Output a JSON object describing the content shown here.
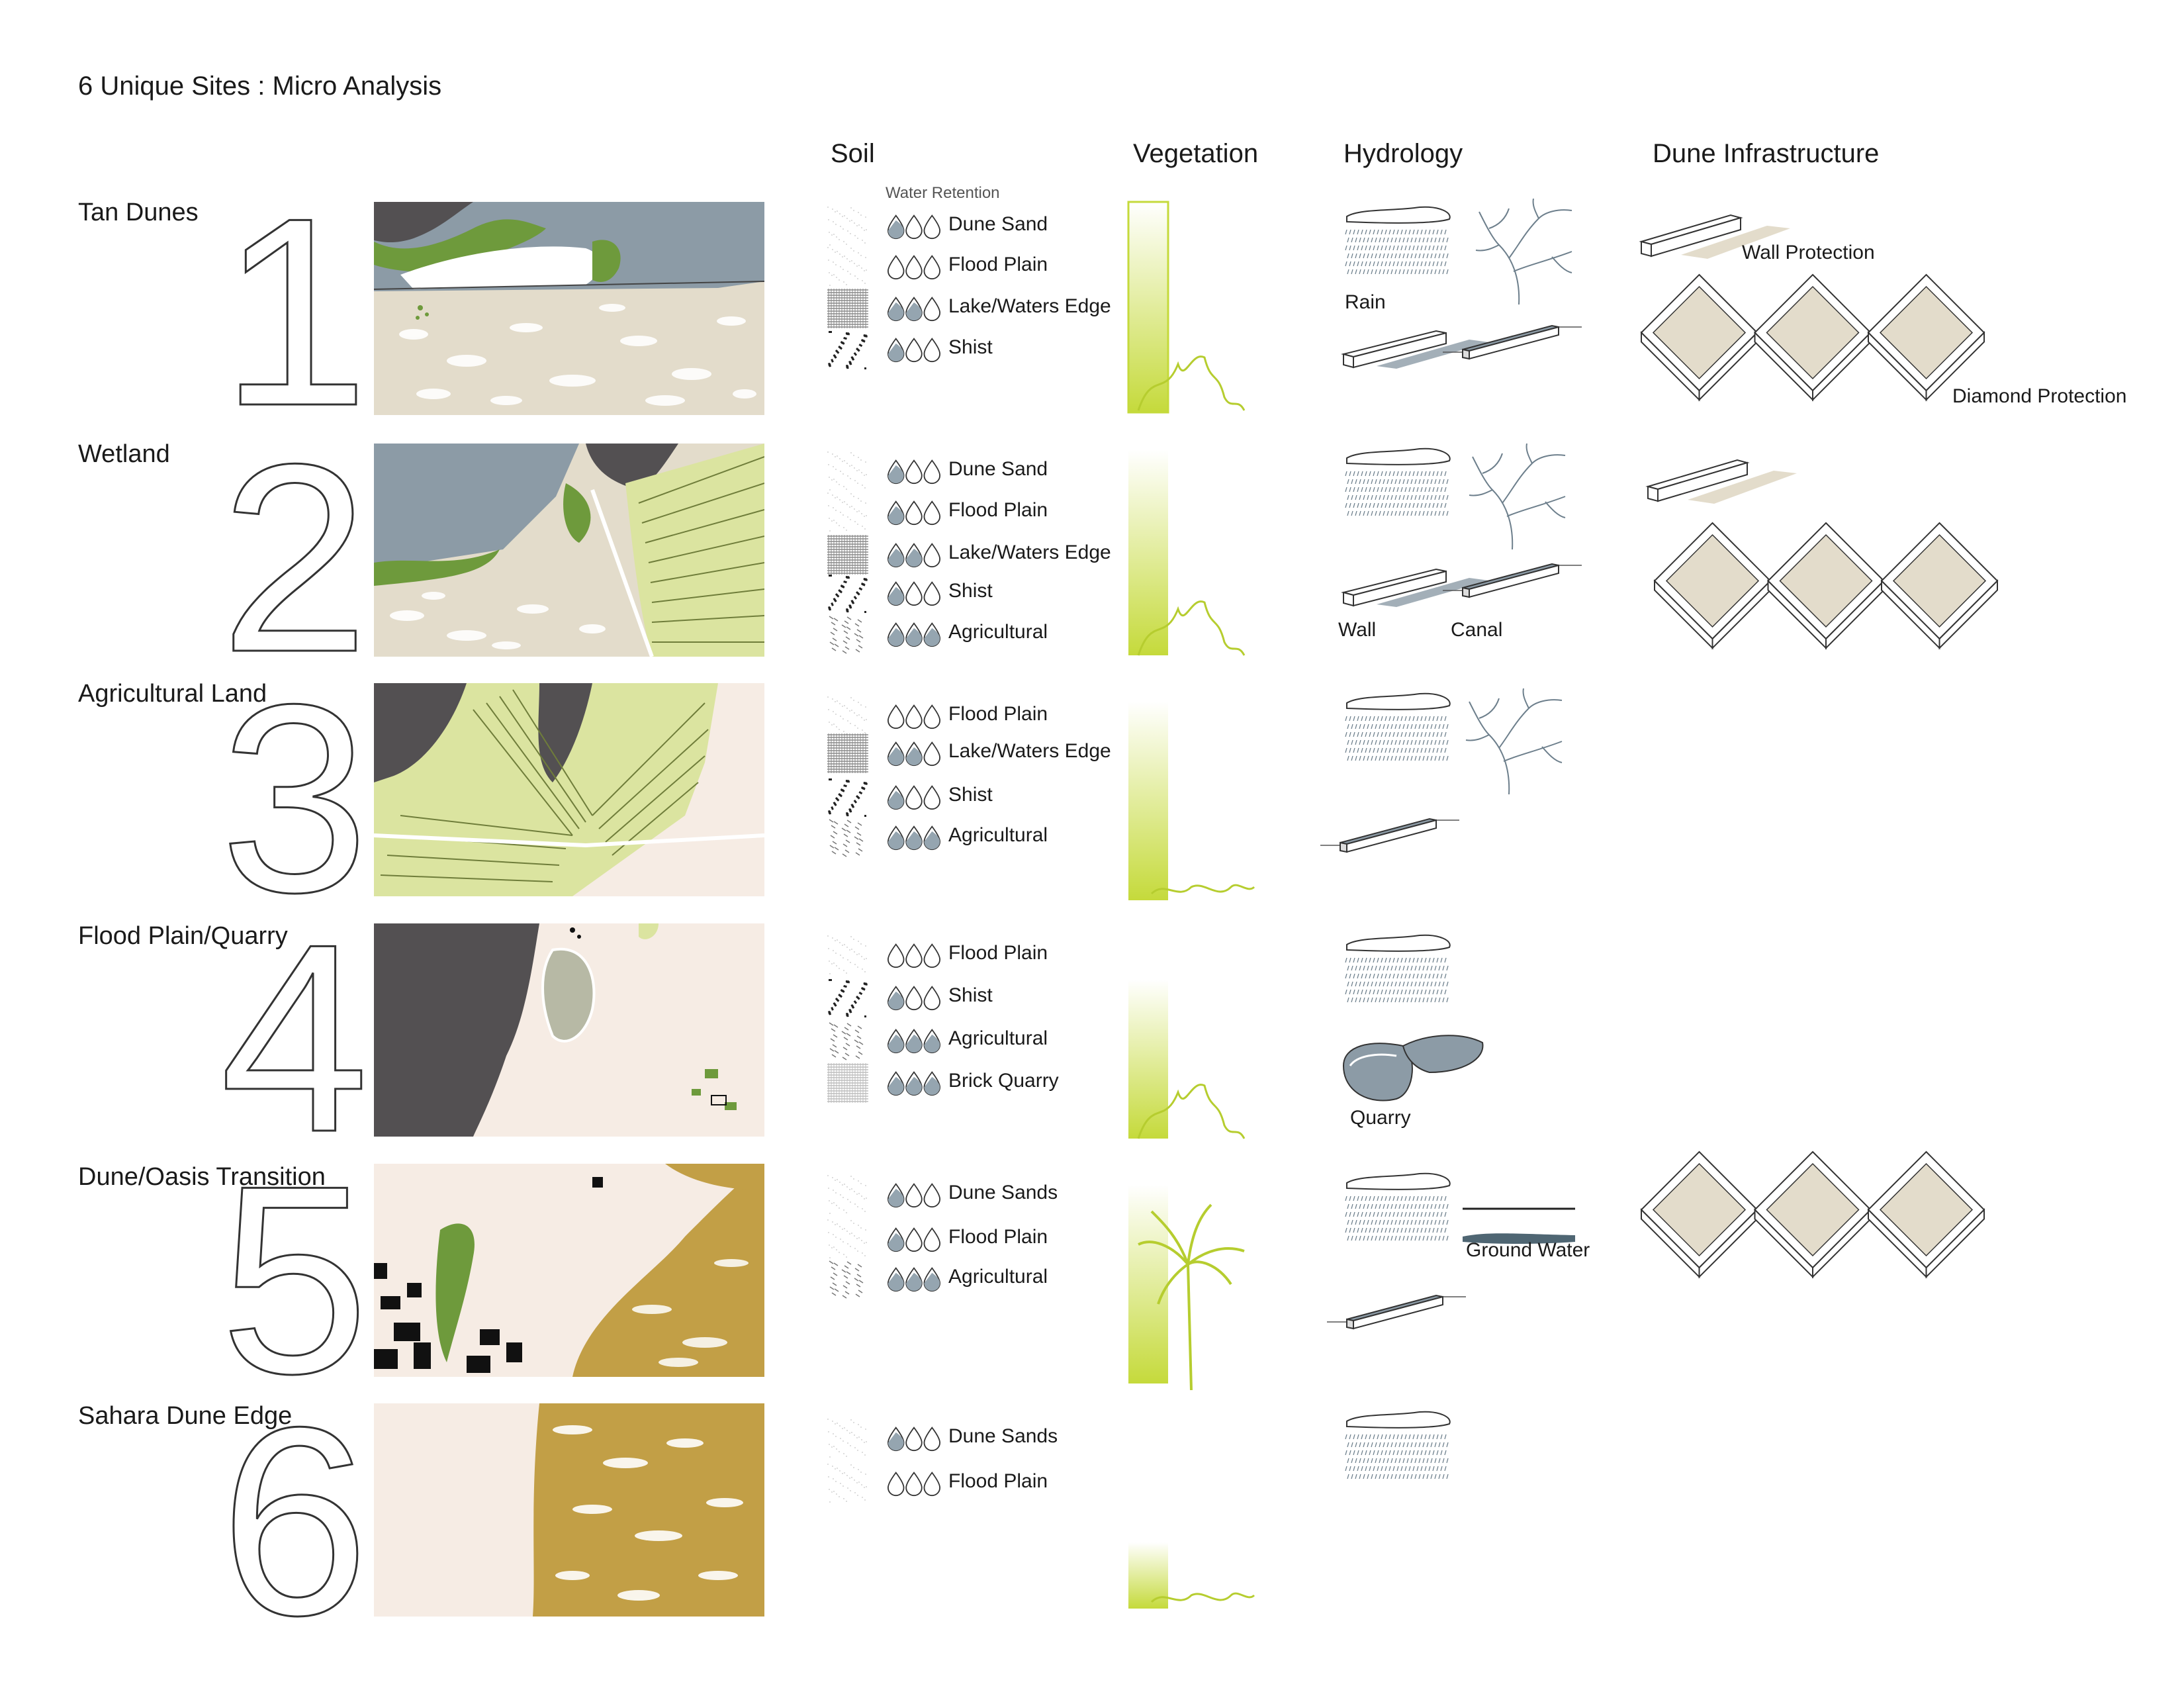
{
  "title": "6 Unique Sites : Micro Analysis",
  "columns": {
    "soil": "Soil",
    "vegetation": "Vegetation",
    "hydrology": "Hydrology",
    "dune_infrastructure": "Dune Infrastructure"
  },
  "water_retention_label": "Water Retention",
  "colors": {
    "sand": "#e3dccb",
    "water": "#8c9ba6",
    "dark": "#535052",
    "green": "#6e9a3c",
    "field": "#dbe4a0",
    "light_bg": "#f6ece4",
    "ochre": "#c29f46",
    "vegetation_green": "#c5da3b",
    "drop_fill": "#95a5b0"
  },
  "sites": [
    {
      "number": "1",
      "name": "Tan Dunes",
      "soil": [
        {
          "label": "Dune Sand",
          "drops_filled": 1,
          "pattern": "dots-light"
        },
        {
          "label": "Flood Plain",
          "drops_filled": 0,
          "pattern": "dots-light"
        },
        {
          "label": "Lake/Waters Edge",
          "drops_filled": 2,
          "pattern": "dense"
        },
        {
          "label": "Shist",
          "drops_filled": 1,
          "pattern": "shist"
        }
      ],
      "vegetation": "tall-bar-with-ground-cover",
      "hydrology": {
        "rain": "Rain"
      },
      "dune": {
        "wall": "Wall Protection",
        "diamond": "Diamond Protection"
      }
    },
    {
      "number": "2",
      "name": "Wetland",
      "soil": [
        {
          "label": "Dune Sand",
          "drops_filled": 1,
          "pattern": "dots-light"
        },
        {
          "label": "Flood Plain",
          "drops_filled": 1,
          "pattern": "dots-light"
        },
        {
          "label": "Lake/Waters Edge",
          "drops_filled": 2,
          "pattern": "dense"
        },
        {
          "label": "Shist",
          "drops_filled": 1,
          "pattern": "shist"
        },
        {
          "label": "Agricultural",
          "drops_filled": 3,
          "pattern": "dashes"
        }
      ],
      "vegetation": "tall-bar-with-ground-cover",
      "hydrology": {
        "wall": "Wall",
        "canal": "Canal"
      }
    },
    {
      "number": "3",
      "name": "Agricultural Land",
      "soil": [
        {
          "label": "Flood Plain",
          "drops_filled": 0,
          "pattern": "dots-light"
        },
        {
          "label": "Lake/Waters Edge",
          "drops_filled": 2,
          "pattern": "dense"
        },
        {
          "label": "Shist",
          "drops_filled": 1,
          "pattern": "shist"
        },
        {
          "label": "Agricultural",
          "drops_filled": 3,
          "pattern": "dashes"
        }
      ],
      "vegetation": "tall-bar-with-ground-cover"
    },
    {
      "number": "4",
      "name": "Flood Plain/Quarry",
      "soil": [
        {
          "label": "Flood Plain",
          "drops_filled": 0,
          "pattern": "dots-light"
        },
        {
          "label": "Shist",
          "drops_filled": 1,
          "pattern": "shist"
        },
        {
          "label": "Agricultural",
          "drops_filled": 3,
          "pattern": "dashes"
        },
        {
          "label": "Brick Quarry",
          "drops_filled": 3,
          "pattern": "dense-light"
        }
      ],
      "vegetation": "medium-bar-with-ground-cover",
      "hydrology": {
        "quarry": "Quarry"
      }
    },
    {
      "number": "5",
      "name": "Dune/Oasis Transition",
      "soil": [
        {
          "label": "Dune Sands",
          "drops_filled": 1,
          "pattern": "dots-light"
        },
        {
          "label": "Flood Plain",
          "drops_filled": 1,
          "pattern": "dots-light"
        },
        {
          "label": "Agricultural",
          "drops_filled": 3,
          "pattern": "dashes"
        }
      ],
      "vegetation": "palm-tree",
      "hydrology": {
        "ground_water": "Ground Water"
      }
    },
    {
      "number": "6",
      "name": "Sahara Dune Edge",
      "soil": [
        {
          "label": "Dune Sands",
          "drops_filled": 1,
          "pattern": "dots-light"
        },
        {
          "label": "Flood Plain",
          "drops_filled": 0,
          "pattern": "dots-light"
        }
      ],
      "vegetation": "short-bar-with-ground-cover"
    }
  ]
}
